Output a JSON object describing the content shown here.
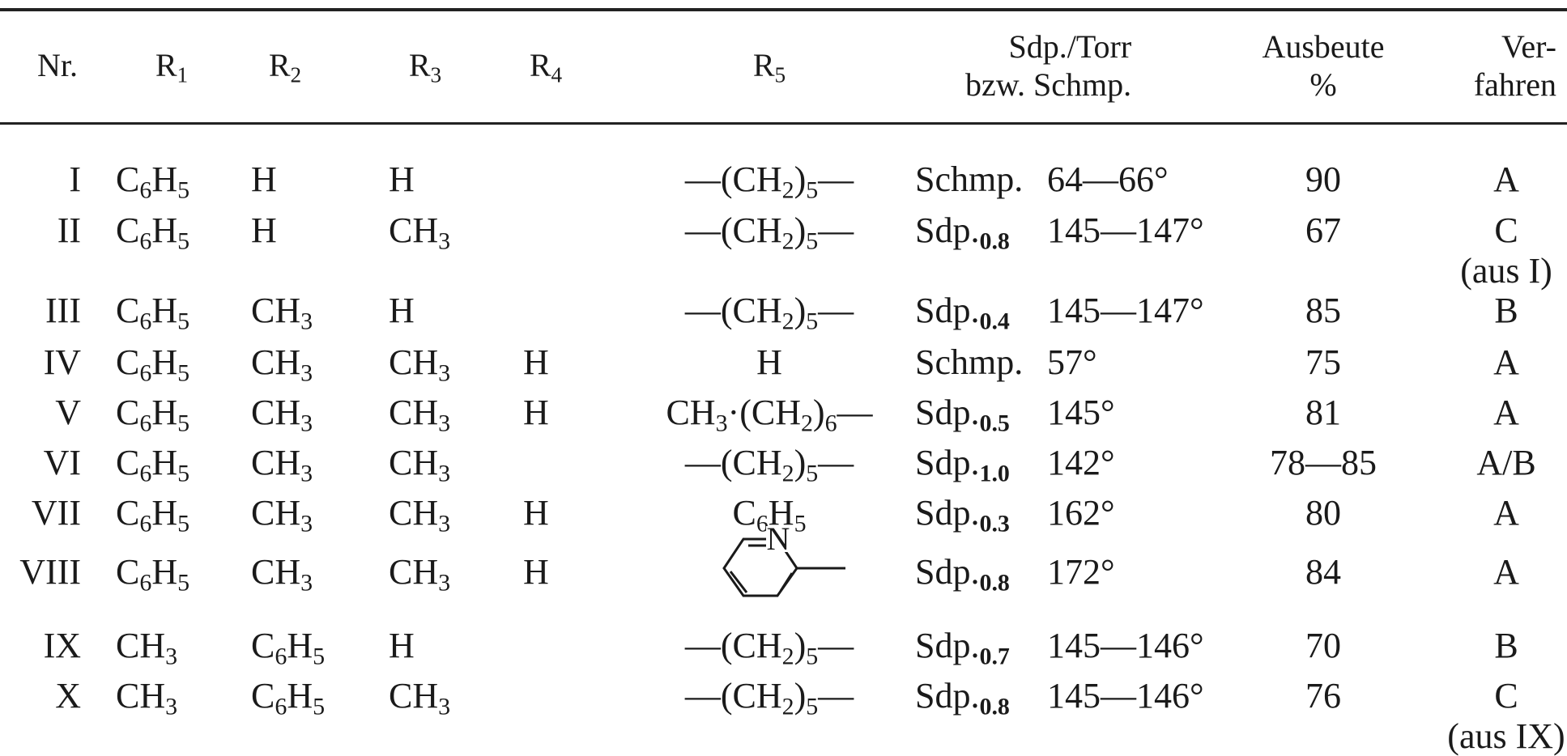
{
  "header": {
    "nr": "Nr.",
    "r1": {
      "base": "R",
      "sub": "1"
    },
    "r2": {
      "base": "R",
      "sub": "2"
    },
    "r3": {
      "base": "R",
      "sub": "3"
    },
    "r4": {
      "base": "R",
      "sub": "4"
    },
    "r5": {
      "base": "R",
      "sub": "5"
    },
    "sdp_line1": "Sdp./Torr",
    "sdp_line2": "bzw. Schmp.",
    "yield_line1": "Ausbeute",
    "yield_line2": "%",
    "method_line1": "Ver-",
    "method_line2": "fahren"
  },
  "rows": [
    {
      "nr": "I",
      "r1": "C6H5",
      "r2": "H",
      "r3": "H",
      "r4": "",
      "r5": "—(CH2)5—",
      "sdp": "Schmp.",
      "sdp_sub": "",
      "temp": "64—66°",
      "yield": "90",
      "method": "A",
      "method_note": ""
    },
    {
      "nr": "II",
      "r1": "C6H5",
      "r2": "H",
      "r3": "CH3",
      "r4": "",
      "r5": "—(CH2)5—",
      "sdp": "Sdp.",
      "sdp_sub": "0.8",
      "temp": "145—147°",
      "yield": "67",
      "method": "C",
      "method_note": "(aus I)"
    },
    {
      "nr": "III",
      "r1": "C6H5",
      "r2": "CH3",
      "r3": "H",
      "r4": "",
      "r5": "—(CH2)5—",
      "sdp": "Sdp.",
      "sdp_sub": "0.4",
      "temp": "145—147°",
      "yield": "85",
      "method": "B",
      "method_note": ""
    },
    {
      "nr": "IV",
      "r1": "C6H5",
      "r2": "CH3",
      "r3": "CH3",
      "r4": "H",
      "r5": "H",
      "sdp": "Schmp.",
      "sdp_sub": "",
      "temp": "57°",
      "yield": "75",
      "method": "A",
      "method_note": ""
    },
    {
      "nr": "V",
      "r1": "C6H5",
      "r2": "CH3",
      "r3": "CH3",
      "r4": "H",
      "r5": "CH3·(CH2)6—",
      "sdp": "Sdp.",
      "sdp_sub": "0.5",
      "temp": "145°",
      "yield": "81",
      "method": "A",
      "method_note": ""
    },
    {
      "nr": "VI",
      "r1": "C6H5",
      "r2": "CH3",
      "r3": "CH3",
      "r4": "",
      "r5": "—(CH2)5—",
      "sdp": "Sdp.",
      "sdp_sub": "1.0",
      "temp": "142°",
      "yield": "78—85",
      "method": "A/B",
      "method_note": ""
    },
    {
      "nr": "VII",
      "r1": "C6H5",
      "r2": "CH3",
      "r3": "CH3",
      "r4": "H",
      "r5": "C6H5",
      "sdp": "Sdp.",
      "sdp_sub": "0.3",
      "temp": "162°",
      "yield": "80",
      "method": "A",
      "method_note": ""
    },
    {
      "nr": "VIII",
      "r1": "C6H5",
      "r2": "CH3",
      "r3": "CH3",
      "r4": "H",
      "r5": "",
      "r5_label": "N",
      "sdp": "Sdp.",
      "sdp_sub": "0.8",
      "temp": "172°",
      "yield": "84",
      "method": "A",
      "method_note": ""
    },
    {
      "nr": "IX",
      "r1": "CH3",
      "r2": "C6H5",
      "r3": "H",
      "r4": "",
      "r5": "—(CH2)5—",
      "sdp": "Sdp.",
      "sdp_sub": "0.7",
      "temp": "145—146°",
      "yield": "70",
      "method": "B",
      "method_note": ""
    },
    {
      "nr": "X",
      "r1": "CH3",
      "r2": "C6H5",
      "r3": "CH3",
      "r4": "",
      "r5": "—(CH2)5—",
      "sdp": "Sdp.",
      "sdp_sub": "0.8",
      "temp": "145—146°",
      "yield": "76",
      "method": "C",
      "method_note": "(aus IX)"
    }
  ]
}
